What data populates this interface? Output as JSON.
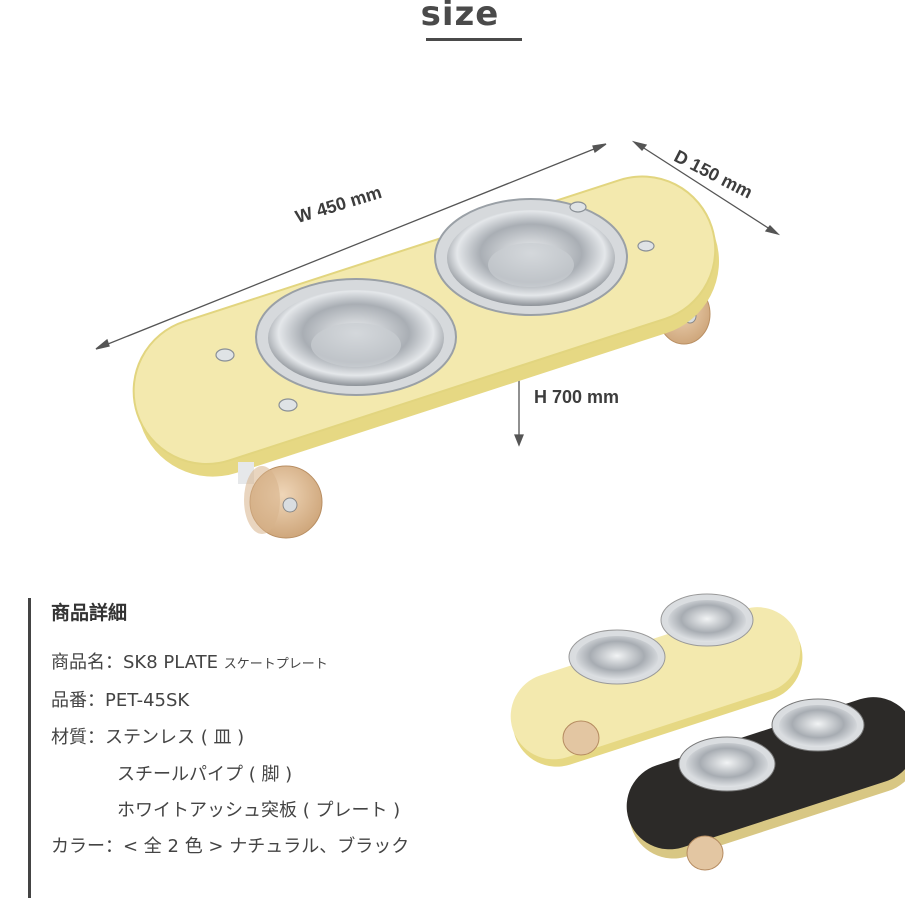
{
  "heading": "size",
  "dimensions": {
    "width": "W 450 mm",
    "depth": "D 150 mm",
    "height": "H 700 mm"
  },
  "details": {
    "title": "商品詳細",
    "name_label": "商品名：SK8 PLATE ",
    "name_kana": "スケートプレート",
    "code": "品番：PET-45SK",
    "material_1": "材質：ステンレス ( 皿 )",
    "material_2": "スチールパイプ ( 脚 )",
    "material_3": "ホワイトアッシュ突板 ( プレート )",
    "color": "カラー：< 全 2 色 > ナチュラル、ブラック"
  },
  "colors": {
    "natural_board": "#f2e8a6",
    "board_edge": "#e8dc84",
    "black_board": "#2c2a28",
    "wheel": "#e2c4a0",
    "steel": "#c8ccd0",
    "text": "#444444"
  }
}
